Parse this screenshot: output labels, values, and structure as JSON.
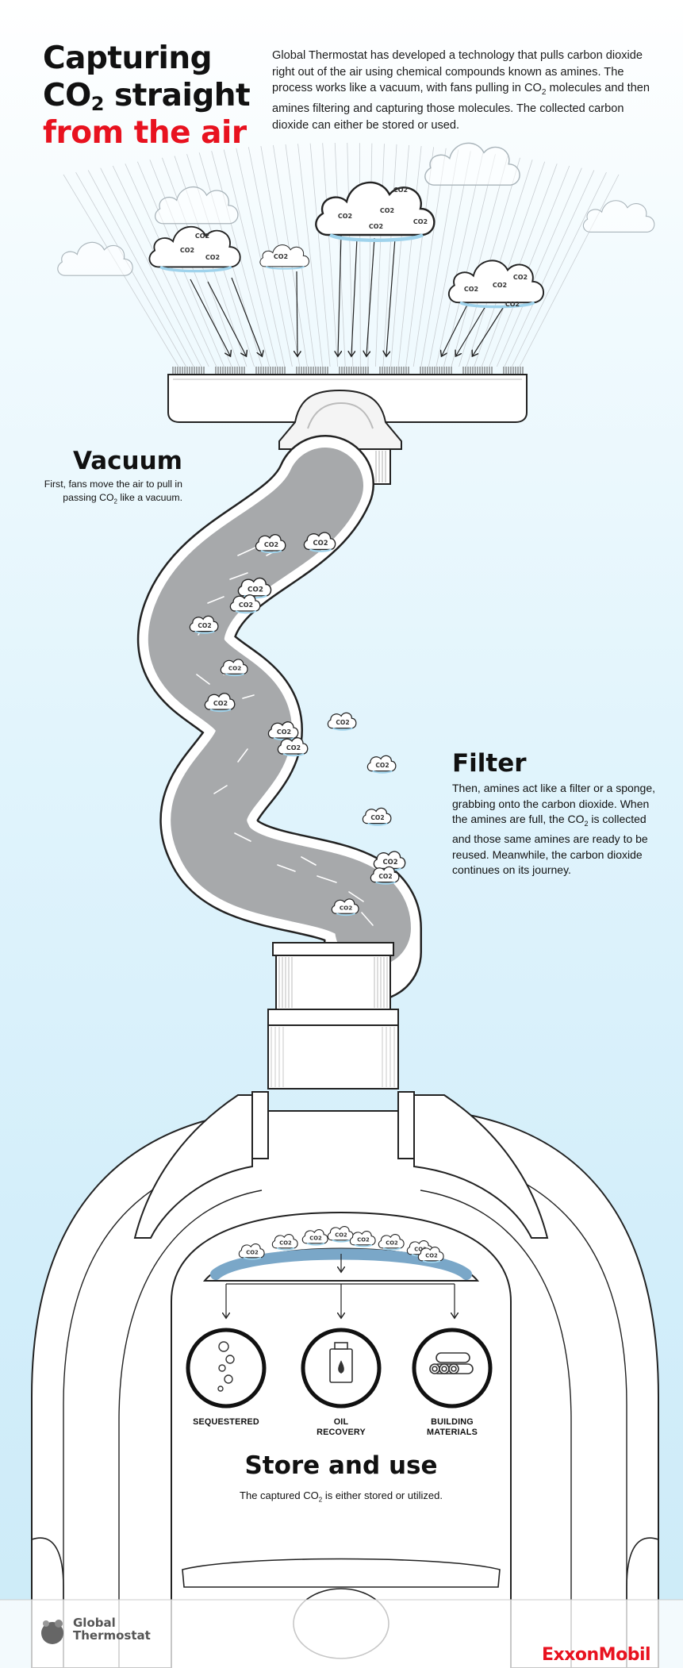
{
  "title": {
    "line1": "Capturing",
    "line2_pre": "CO",
    "line2_sub": "2",
    "line2_post": " straight",
    "line3": "from the air"
  },
  "intro": {
    "pre": "Global Thermostat has developed a technology that pulls carbon dioxide right out of the air using chemical compounds known as amines. The process works like a vacuum, with fans pulling in CO",
    "sub": "2",
    "post": " molecules and then amines filtering and capturing those molecules. The collected carbon dioxide can either be stored or used."
  },
  "vacuum": {
    "heading": "Vacuum",
    "text_pre": "First, fans move the air to pull in passing CO",
    "text_sub": "2",
    "text_post": " like a vacuum."
  },
  "filter": {
    "heading": "Filter",
    "text_pre": "Then, amines act like a filter or a sponge, grabbing onto the carbon dioxide. When the amines are full, the CO",
    "text_sub": "2",
    "text_post": " is collected and those same amines are ready to be reused. Meanwhile, the carbon dioxide continues on its journey."
  },
  "store": {
    "heading": "Store and use",
    "text_pre": "The captured CO",
    "text_sub": "2",
    "text_post": " is either stored or utilized."
  },
  "uses": [
    {
      "label": "SEQUESTERED",
      "icon": "bubbles-icon"
    },
    {
      "label": "OIL\nRECOVERY",
      "icon": "oil-can-icon"
    },
    {
      "label": "BUILDING\nMATERIALS",
      "icon": "pipes-icon"
    }
  ],
  "molecule_label": "CO",
  "molecule_sub": "2",
  "logos": {
    "left": "Global\nThermostat",
    "right": "ExxonMobil"
  },
  "colors": {
    "accent_red": "#e8121f",
    "hose_gray": "#a7a9ab",
    "cloud_blue": "#cde9f6"
  }
}
